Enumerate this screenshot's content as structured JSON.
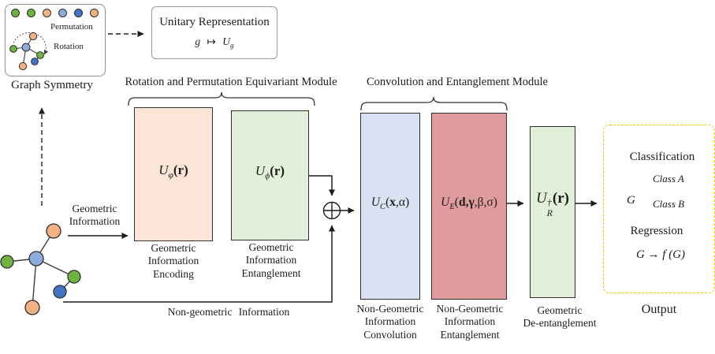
{
  "colors": {
    "encoder_box": "#FBE5D6",
    "entangler_box": "#E2F0D9",
    "convolution_box": "#DAE3F3",
    "nge_entangle_box": "#E09C9C",
    "detangler_box": "#E2F0D9",
    "output_border": "#FFC000",
    "node_orange": "#F4B183",
    "node_green": "#6FB43F",
    "node_light_blue": "#8FAADC",
    "node_dark_blue": "#4472C4",
    "line": "#333333"
  },
  "symmetry": {
    "permutation": "Permutation",
    "rotation": "Rotation",
    "caption": "Graph Symmetry"
  },
  "unitary": {
    "title": "Unitary Representation",
    "f_g": "g",
    "f_mapsto": "↦",
    "f_U": "U",
    "f_sub": "g"
  },
  "module1": {
    "title": "Rotation and Permutation Equivariant Module",
    "encoder": {
      "U": "U",
      "sub": "φ",
      "args": "(r)",
      "cap1": "Geometric",
      "cap2": "Information",
      "cap3": "Encoding"
    },
    "entangler": {
      "U": "U",
      "sub": "ϕ",
      "args": "(r)",
      "cap1": "Geometric",
      "cap2": "Information",
      "cap3": "Entanglement"
    }
  },
  "module2": {
    "title": "Convolution and Entanglement Module",
    "conv": {
      "U": "U",
      "sub": "C",
      "open": "(",
      "bold": "x",
      "rest": ",α)",
      "cap1": "Non-Geometric",
      "cap2": "Information",
      "cap3": "Convolution"
    },
    "entangle": {
      "U": "U",
      "sub": "E",
      "open": "(",
      "bold": "d,γ",
      "rest": ",β,σ)",
      "cap1": "Non-Geometric",
      "cap2": "Information",
      "cap3": "Entanglement"
    }
  },
  "detangler": {
    "U": "U",
    "sup": "†",
    "sub": "R",
    "args": "(r)",
    "cap1": "Geometric",
    "cap2": "De-entanglement"
  },
  "flows": {
    "geometric1": "Geometric",
    "geometric2": "Information",
    "non_geometric": "Non-geometric Information"
  },
  "output": {
    "classification": "Classification",
    "g": "G",
    "class_a": "Class A",
    "class_b": "Class B",
    "regression": "Regression",
    "formula": "G → f (G)",
    "caption": "Output"
  }
}
